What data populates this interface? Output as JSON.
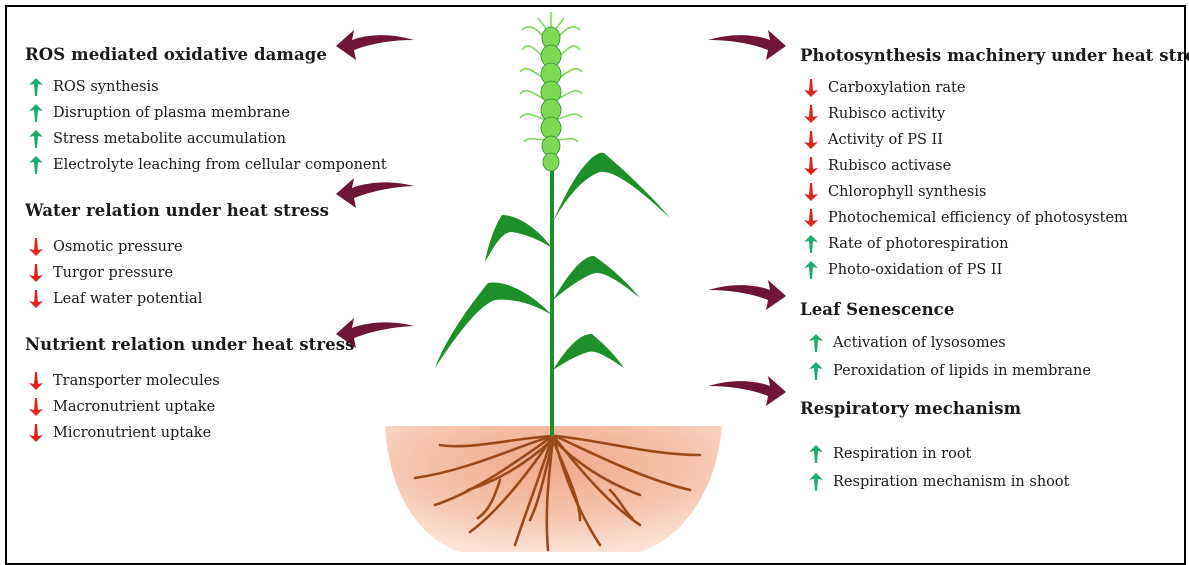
{
  "colors": {
    "up_arrow": "#1faa6e",
    "down_arrow": "#e0241f",
    "pointer_arrow": "#6e1638",
    "leaf": "#1f8f2b",
    "spike": "#7ed957",
    "root": "#9a4a1a",
    "pot": "#f2b79c"
  },
  "sections": {
    "ros": {
      "title": "ROS mediated oxidative damage",
      "items": [
        {
          "text": "ROS synthesis",
          "dir": "up"
        },
        {
          "text": "Disruption of plasma membrane",
          "dir": "up"
        },
        {
          "text": "Stress metabolite accumulation",
          "dir": "up"
        },
        {
          "text": "Electrolyte leaching from cellular component",
          "dir": "up"
        }
      ]
    },
    "water": {
      "title": "Water relation under heat stress",
      "items": [
        {
          "text": "Osmotic pressure",
          "dir": "down"
        },
        {
          "text": "Turgor pressure",
          "dir": "down"
        },
        {
          "text": "Leaf water potential",
          "dir": "down"
        }
      ]
    },
    "nutrient": {
      "title": "Nutrient relation under heat stress",
      "items": [
        {
          "text": "Transporter molecules",
          "dir": "down"
        },
        {
          "text": "Macronutrient uptake",
          "dir": "down"
        },
        {
          "text": "Micronutrient uptake",
          "dir": "down"
        }
      ]
    },
    "photo": {
      "title": "Photosynthesis machinery under heat stress",
      "items": [
        {
          "text": "Carboxylation rate",
          "dir": "down"
        },
        {
          "text": "Rubisco activity",
          "dir": "down"
        },
        {
          "text": "Activity of PS II",
          "dir": "down"
        },
        {
          "text": "Rubisco activase",
          "dir": "down"
        },
        {
          "text": "Chlorophyll synthesis",
          "dir": "down"
        },
        {
          "text": "Photochemical efficiency of photosystem",
          "dir": "down"
        },
        {
          "text": "Rate of photorespiration",
          "dir": "up"
        },
        {
          "text": "Photo-oxidation of PS II",
          "dir": "up"
        }
      ]
    },
    "senes": {
      "title": "Leaf Senescence",
      "items": [
        {
          "text": "Activation of lysosomes",
          "dir": "up"
        },
        {
          "text": "Peroxidation of lipids in membrane",
          "dir": "up"
        }
      ]
    },
    "resp": {
      "title": "Respiratory mechanism",
      "items": [
        {
          "text": "Respiration in root",
          "dir": "up"
        },
        {
          "text": "Respiration mechanism in shoot",
          "dir": "up"
        }
      ]
    }
  }
}
